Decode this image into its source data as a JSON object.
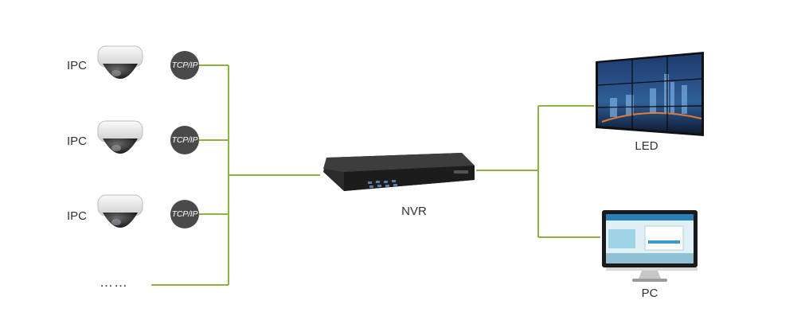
{
  "cameras": [
    {
      "label": "IPC",
      "protocol": "TCP/IP"
    },
    {
      "label": "IPC",
      "protocol": "TCP/IP"
    },
    {
      "label": "IPC",
      "protocol": "TCP/IP"
    }
  ],
  "more_indicator": "……",
  "recorder": {
    "label": "NVR"
  },
  "outputs": {
    "led": {
      "label": "LED"
    },
    "pc": {
      "label": "PC"
    }
  },
  "colors": {
    "wire": "#8ab33f",
    "badge": "#4a4a4a"
  }
}
